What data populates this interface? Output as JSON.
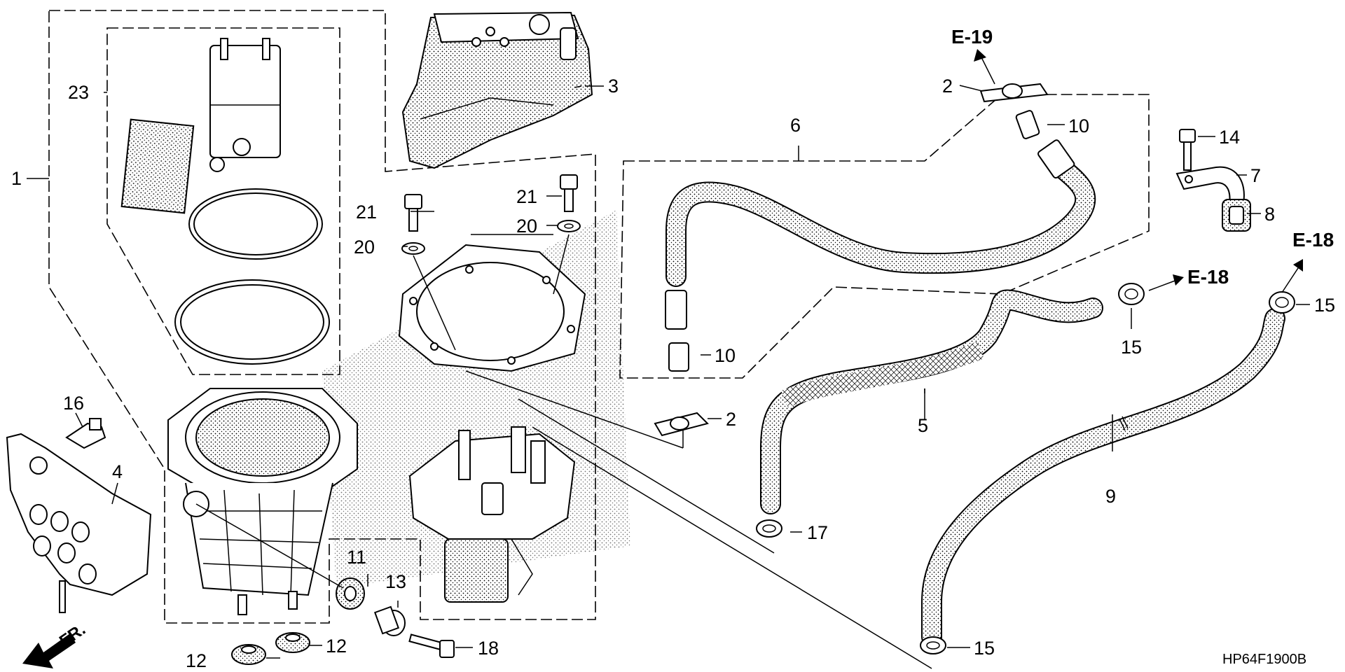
{
  "diagram_code": "HP64F1900B",
  "front_marker": "FR.",
  "ref_labels": {
    "e19": "E-19",
    "e18_mid": "E-18",
    "e18_right": "E-18"
  },
  "callouts": {
    "c1": "1",
    "c2a": "2",
    "c2b": "2",
    "c3": "3",
    "c4": "4",
    "c5": "5",
    "c6": "6",
    "c7": "7",
    "c8": "8",
    "c9": "9",
    "c10a": "10",
    "c10b": "10",
    "c11": "11",
    "c12a": "12",
    "c12b": "12",
    "c13": "13",
    "c14": "14",
    "c15a": "15",
    "c15b": "15",
    "c15c": "15",
    "c16": "16",
    "c17": "17",
    "c18": "18",
    "c20a": "20",
    "c20b": "20",
    "c21a": "21",
    "c21b": "21",
    "c23": "23"
  }
}
